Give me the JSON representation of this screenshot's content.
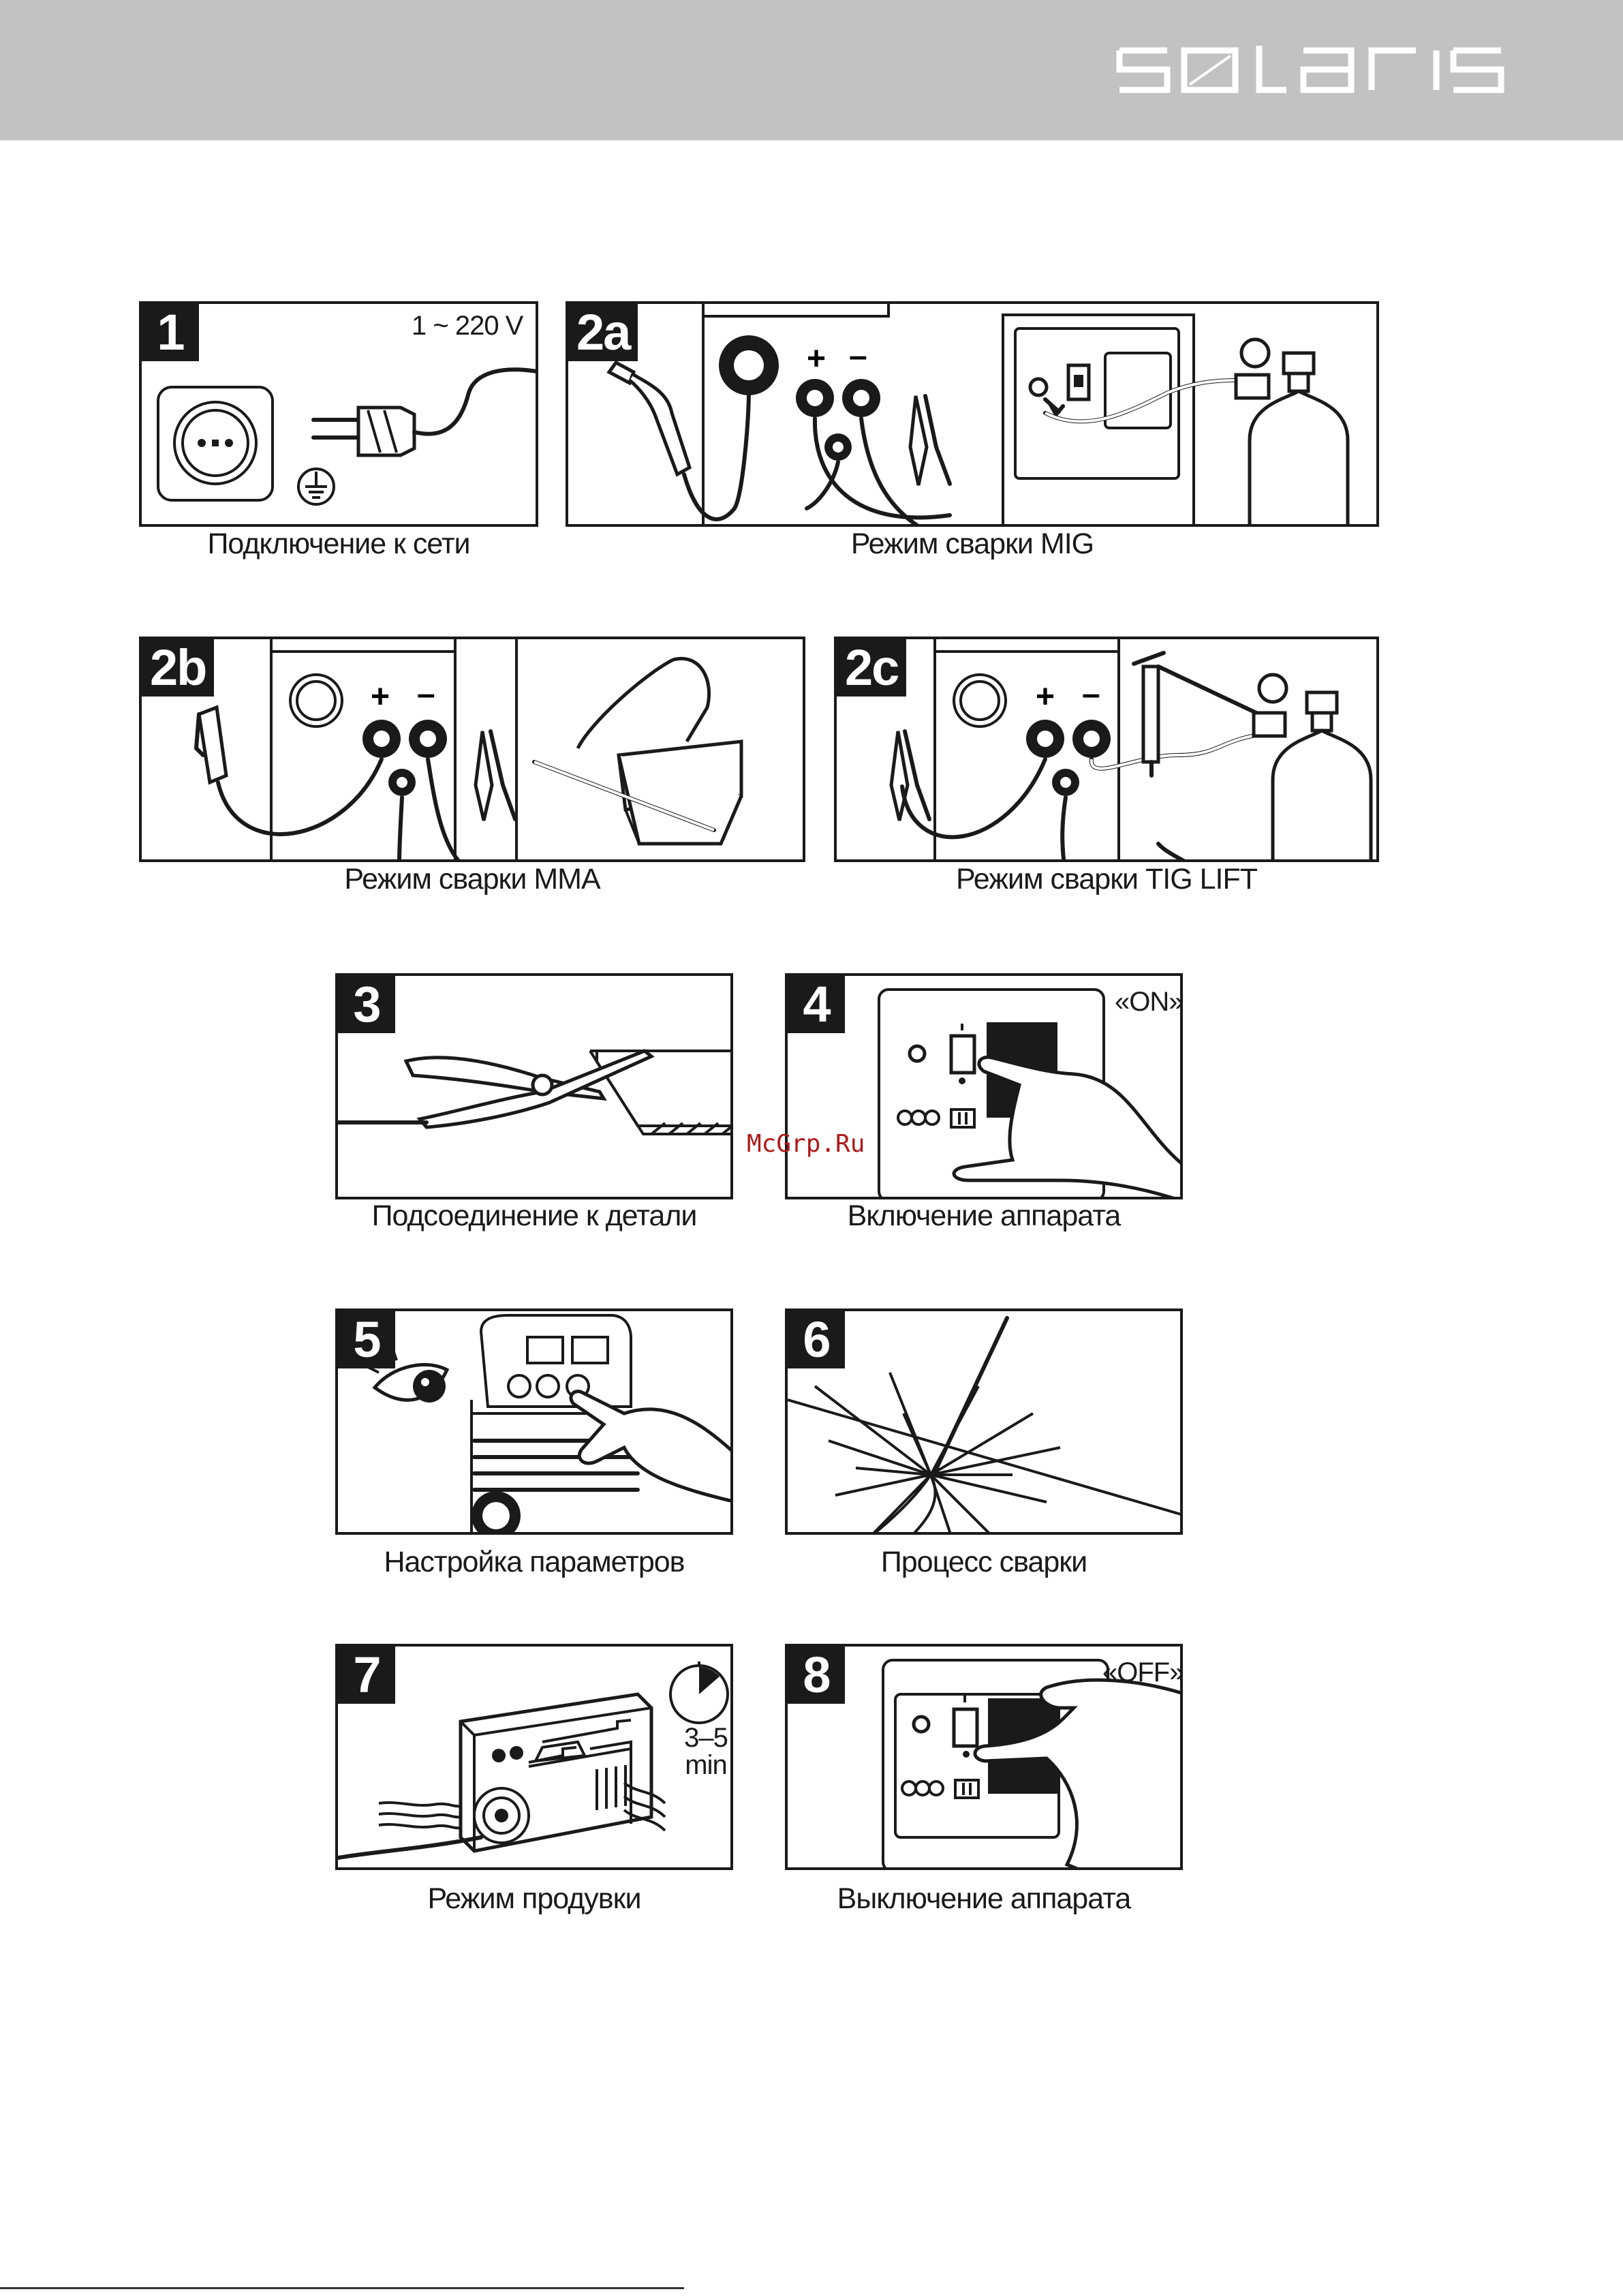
{
  "brand": "solaris",
  "watermark": "McGrp.Ru",
  "steps": [
    {
      "id": "1",
      "note": "1 ~ 220 V",
      "caption": "Подключение к сети"
    },
    {
      "id": "2a",
      "caption": "Режим сварки MIG"
    },
    {
      "id": "2b",
      "caption": "Режим сварки MMA"
    },
    {
      "id": "2c",
      "caption": "Режим сварки TIG LIFT"
    },
    {
      "id": "3",
      "caption": "Подсоединение к детали"
    },
    {
      "id": "4",
      "note": "«ON»",
      "caption": "Включение аппарата"
    },
    {
      "id": "5",
      "caption": "Настройка параметров"
    },
    {
      "id": "6",
      "caption": "Процесс сварки"
    },
    {
      "id": "7",
      "note": "3–5\nmin",
      "caption": "Режим продувки"
    },
    {
      "id": "8",
      "note": "«OFF»",
      "caption": "Выключение аппарата"
    }
  ],
  "polarity": {
    "plus": "+",
    "minus": "–"
  }
}
